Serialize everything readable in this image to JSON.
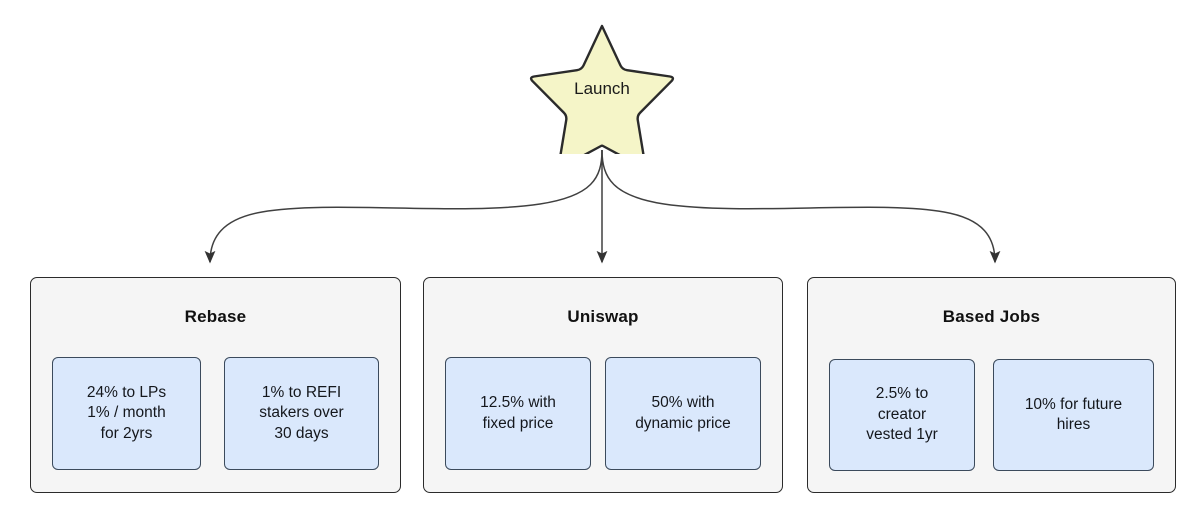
{
  "diagram": {
    "root": {
      "label": "Launch",
      "shape": "star",
      "fill": "#f5f5c8",
      "stroke": "#2b2b2b"
    },
    "edge_style": {
      "stroke": "#404040",
      "arrowhead": "filled-triangle"
    },
    "groups": [
      {
        "title": "Rebase",
        "fill": "#f5f5f5",
        "stroke": "#2b2b2b",
        "children": [
          {
            "text": "24% to LPs\n1% / month\nfor 2yrs",
            "fill": "#dae8fc",
            "stroke": "#3b4a5c"
          },
          {
            "text": "1% to REFI\nstakers over\n30 days",
            "fill": "#dae8fc",
            "stroke": "#3b4a5c"
          }
        ]
      },
      {
        "title": "Uniswap",
        "fill": "#f5f5f5",
        "stroke": "#2b2b2b",
        "children": [
          {
            "text": "12.5% with\nfixed price",
            "fill": "#dae8fc",
            "stroke": "#3b4a5c"
          },
          {
            "text": "50% with\ndynamic price",
            "fill": "#dae8fc",
            "stroke": "#3b4a5c"
          }
        ]
      },
      {
        "title": "Based Jobs",
        "fill": "#f5f5f5",
        "stroke": "#2b2b2b",
        "children": [
          {
            "text": "2.5% to\ncreator\nvested 1yr",
            "fill": "#dae8fc",
            "stroke": "#3b4a5c"
          },
          {
            "text": "10% for future\nhires",
            "fill": "#dae8fc",
            "stroke": "#3b4a5c"
          }
        ]
      }
    ]
  }
}
